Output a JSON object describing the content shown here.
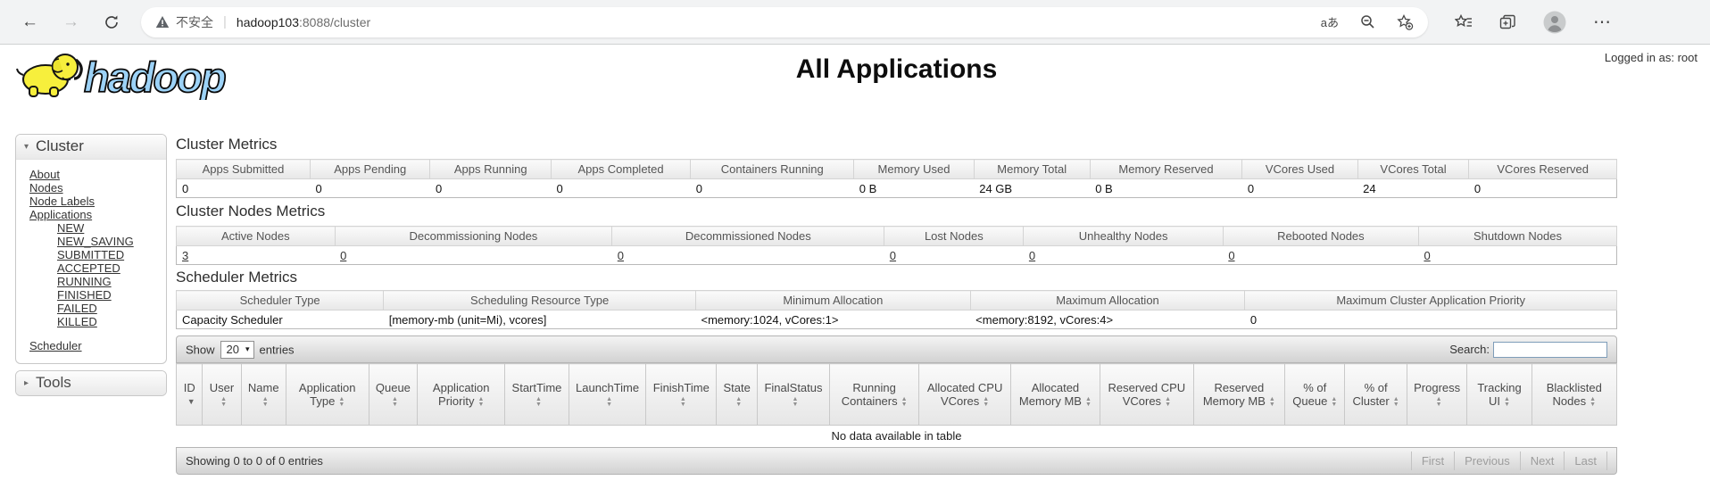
{
  "browser": {
    "back_icon": "←",
    "forward_icon": "→",
    "security_label": "不安全",
    "divider": "|",
    "url_host": "hadoop103",
    "url_rest": ":8088/cluster",
    "translate_icon": "aあ",
    "menu_icon": "⋯"
  },
  "header": {
    "logo_text": "hadoop",
    "title": "All Applications",
    "logged_in": "Logged in as: root"
  },
  "sidebar": {
    "cluster": {
      "title": "Cluster",
      "collapse_icon": "▾",
      "links": [
        "About",
        "Nodes",
        "Node Labels",
        "Applications"
      ],
      "app_states": [
        "NEW",
        "NEW_SAVING",
        "SUBMITTED",
        "ACCEPTED",
        "RUNNING",
        "FINISHED",
        "FAILED",
        "KILLED"
      ],
      "scheduler_link": "Scheduler"
    },
    "tools": {
      "title": "Tools",
      "expand_icon": "▸"
    }
  },
  "metrics": {
    "cluster": {
      "heading": "Cluster Metrics",
      "headers": [
        "Apps Submitted",
        "Apps Pending",
        "Apps Running",
        "Apps Completed",
        "Containers Running",
        "Memory Used",
        "Memory Total",
        "Memory Reserved",
        "VCores Used",
        "VCores Total",
        "VCores Reserved"
      ],
      "values": [
        "0",
        "0",
        "0",
        "0",
        "0",
        "0 B",
        "24 GB",
        "0 B",
        "0",
        "24",
        "0"
      ],
      "links": false
    },
    "nodes": {
      "heading": "Cluster Nodes Metrics",
      "headers": [
        "Active Nodes",
        "Decommissioning Nodes",
        "Decommissioned Nodes",
        "Lost Nodes",
        "Unhealthy Nodes",
        "Rebooted Nodes",
        "Shutdown Nodes"
      ],
      "values": [
        "3",
        "0",
        "0",
        "0",
        "0",
        "0",
        "0"
      ],
      "links": true
    },
    "scheduler": {
      "heading": "Scheduler Metrics",
      "headers": [
        "Scheduler Type",
        "Scheduling Resource Type",
        "Minimum Allocation",
        "Maximum Allocation",
        "Maximum Cluster Application Priority"
      ],
      "values": [
        "Capacity Scheduler",
        "[memory-mb (unit=Mi), vcores]",
        "<memory:1024, vCores:1>",
        "<memory:8192, vCores:4>",
        "0"
      ],
      "links": false
    }
  },
  "apps_table": {
    "show_label": "Show",
    "page_size": "20",
    "entries_label": "entries",
    "search_label": "Search:",
    "columns": [
      {
        "label": "ID",
        "sort": "desc"
      },
      {
        "label": "User",
        "sort": "both"
      },
      {
        "label": "Name",
        "sort": "both"
      },
      {
        "label": "Application Type",
        "sort": "both"
      },
      {
        "label": "Queue",
        "sort": "both"
      },
      {
        "label": "Application Priority",
        "sort": "both"
      },
      {
        "label": "StartTime",
        "sort": "both"
      },
      {
        "label": "LaunchTime",
        "sort": "both"
      },
      {
        "label": "FinishTime",
        "sort": "both"
      },
      {
        "label": "State",
        "sort": "both"
      },
      {
        "label": "FinalStatus",
        "sort": "both"
      },
      {
        "label": "Running Containers",
        "sort": "both"
      },
      {
        "label": "Allocated CPU VCores",
        "sort": "both"
      },
      {
        "label": "Allocated Memory MB",
        "sort": "both"
      },
      {
        "label": "Reserved CPU VCores",
        "sort": "both"
      },
      {
        "label": "Reserved Memory MB",
        "sort": "both"
      },
      {
        "label": "% of Queue",
        "sort": "both"
      },
      {
        "label": "% of Cluster",
        "sort": "both"
      },
      {
        "label": "Progress",
        "sort": "both"
      },
      {
        "label": "Tracking UI",
        "sort": "both"
      },
      {
        "label": "Blacklisted Nodes",
        "sort": "both"
      }
    ],
    "empty_text": "No data available in table",
    "footer_info": "Showing 0 to 0 of 0 entries",
    "pagination": [
      "First",
      "Previous",
      "Next",
      "Last"
    ]
  },
  "colors": {
    "accent_logo_blue": "#9cd2f7",
    "elephant_yellow": "#f7ef3c",
    "toolbar_gray": "#d2d2d2",
    "header_text": "#555555"
  }
}
